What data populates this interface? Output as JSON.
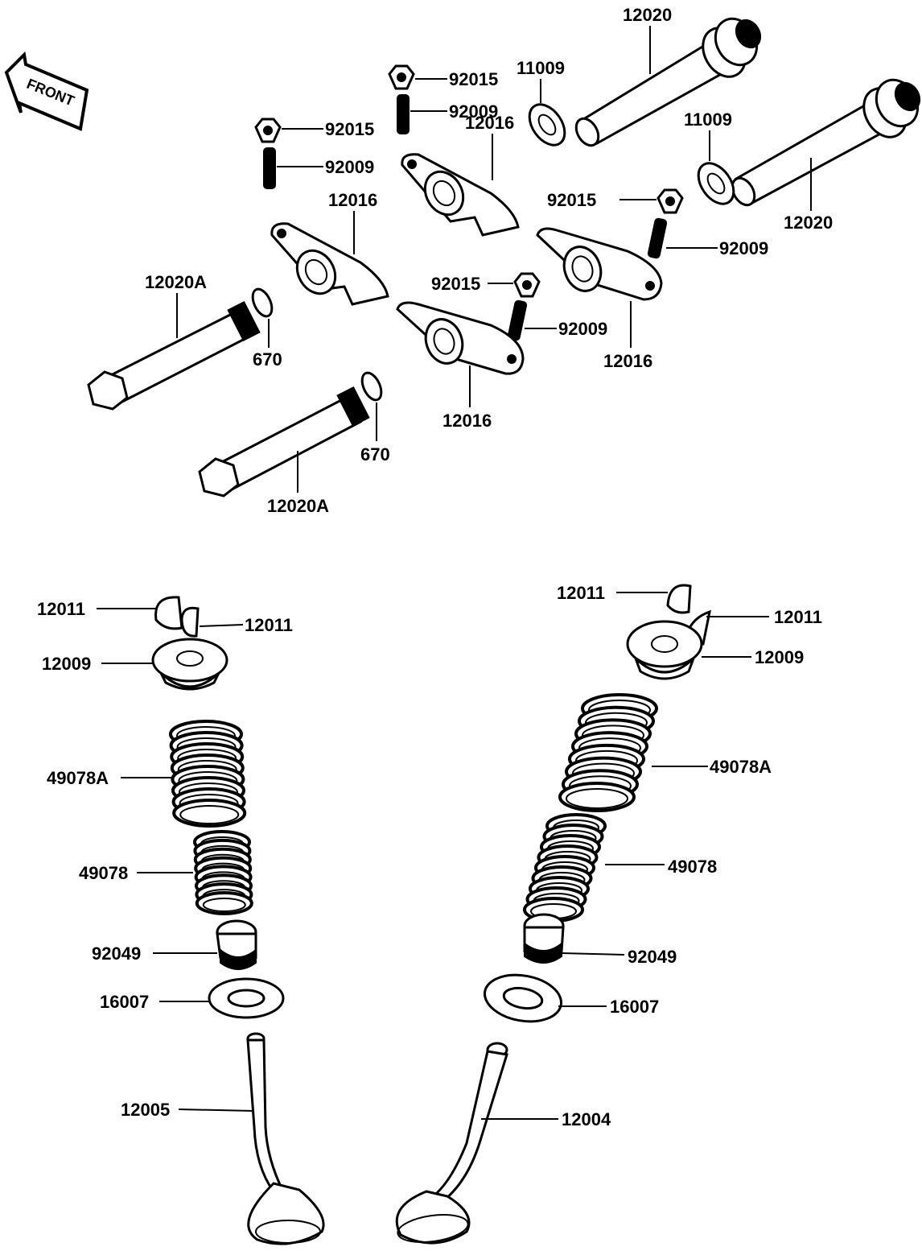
{
  "front_marker": {
    "text": "FRONT",
    "icon": "arrow-left-icon"
  },
  "callouts": [
    {
      "id": "c1",
      "text": "12020",
      "part": "rocker-shaft-long"
    },
    {
      "id": "c2",
      "text": "92015",
      "part": "nut"
    },
    {
      "id": "c3",
      "text": "92009",
      "part": "adjusting-screw"
    },
    {
      "id": "c4",
      "text": "11009",
      "part": "gasket"
    },
    {
      "id": "c5",
      "text": "92015",
      "part": "nut"
    },
    {
      "id": "c6",
      "text": "92009",
      "part": "adjusting-screw"
    },
    {
      "id": "c7",
      "text": "12016",
      "part": "rocker-arm"
    },
    {
      "id": "c8",
      "text": "11009",
      "part": "gasket"
    },
    {
      "id": "c9",
      "text": "12016",
      "part": "rocker-arm"
    },
    {
      "id": "c10",
      "text": "92015",
      "part": "nut"
    },
    {
      "id": "c11",
      "text": "12020",
      "part": "rocker-shaft-long"
    },
    {
      "id": "c12",
      "text": "92009",
      "part": "adjusting-screw"
    },
    {
      "id": "c13",
      "text": "12020A",
      "part": "rocker-shaft"
    },
    {
      "id": "c14",
      "text": "92015",
      "part": "nut"
    },
    {
      "id": "c15",
      "text": "92009",
      "part": "adjusting-screw"
    },
    {
      "id": "c16",
      "text": "670",
      "part": "o-ring"
    },
    {
      "id": "c17",
      "text": "12016",
      "part": "rocker-arm"
    },
    {
      "id": "c18",
      "text": "12016",
      "part": "rocker-arm"
    },
    {
      "id": "c19",
      "text": "670",
      "part": "o-ring"
    },
    {
      "id": "c20",
      "text": "12020A",
      "part": "rocker-shaft"
    },
    {
      "id": "c21",
      "text": "12011",
      "part": "valve-cotter"
    },
    {
      "id": "c22",
      "text": "12011",
      "part": "valve-cotter"
    },
    {
      "id": "c23",
      "text": "12009",
      "part": "spring-retainer"
    },
    {
      "id": "c24",
      "text": "12011",
      "part": "valve-cotter"
    },
    {
      "id": "c25",
      "text": "12011",
      "part": "valve-cotter"
    },
    {
      "id": "c26",
      "text": "12009",
      "part": "spring-retainer"
    },
    {
      "id": "c27",
      "text": "49078A",
      "part": "outer-valve-spring"
    },
    {
      "id": "c28",
      "text": "49078A",
      "part": "outer-valve-spring"
    },
    {
      "id": "c29",
      "text": "49078",
      "part": "inner-valve-spring"
    },
    {
      "id": "c30",
      "text": "49078",
      "part": "inner-valve-spring"
    },
    {
      "id": "c31",
      "text": "92049",
      "part": "stem-seal"
    },
    {
      "id": "c32",
      "text": "92049",
      "part": "stem-seal"
    },
    {
      "id": "c33",
      "text": "16007",
      "part": "spring-seat"
    },
    {
      "id": "c34",
      "text": "16007",
      "part": "spring-seat"
    },
    {
      "id": "c35",
      "text": "12005",
      "part": "exhaust-valve"
    },
    {
      "id": "c36",
      "text": "12004",
      "part": "intake-valve"
    }
  ]
}
